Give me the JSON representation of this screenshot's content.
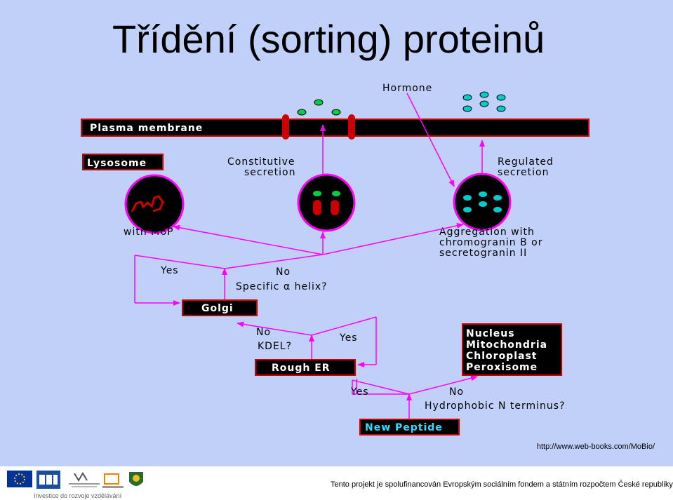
{
  "title": "Třídění (sorting) proteinů",
  "diagram": {
    "hormone": "Hormone",
    "plasma_membrane": "Plasma membrane",
    "lysosome": "Lysosome",
    "constitutive_line1": "Constitutive",
    "constitutive_line2": "secretion",
    "regulated_line1": "Regulated",
    "regulated_line2": "secretion",
    "with_m6p": "with M6P",
    "aggregation_line1": "Aggregation with",
    "aggregation_line2": "chromogranin B or",
    "aggregation_line3": "secretogranin II",
    "golgi_yes": "Yes",
    "golgi_no": "No",
    "golgi_question": "Specific α helix?",
    "golgi": "Golgi",
    "er_no": "No",
    "er_question": "KDEL?",
    "er_yes": "Yes",
    "rough_er": "Rough ER",
    "organelles": [
      "Nucleus",
      "Mitochondria",
      "Chloroplast",
      "Peroxisome"
    ],
    "peptide_yes": "Yes",
    "peptide_no": "No",
    "peptide_question": "Hydrophobic N terminus?",
    "new_peptide": "New Peptide"
  },
  "source_url": "http://www.web-books.com/MoBio/",
  "footer": {
    "text": "Tento projekt je spolufinancován Evropským sociálním fondem a státním rozpočtem České republiky.",
    "tagline": "Investice do rozvoje vzdělávání"
  },
  "colors": {
    "slide_background": "#c0d0f8",
    "arrow": "#ff00ff",
    "box": "#000000",
    "box_border": "#cc0000",
    "receptor": "#cc0000",
    "green_particle": "#00cc44",
    "blue_particle": "#00cccc"
  }
}
